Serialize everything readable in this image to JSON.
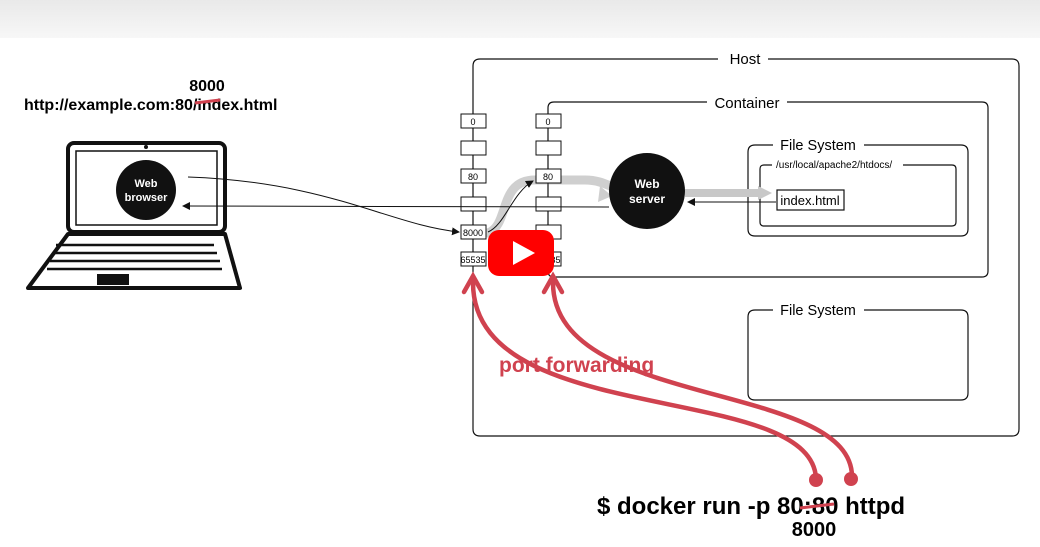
{
  "url": {
    "prefix": "http://example.com:",
    "old_port": "80",
    "suffix": "/index.html",
    "new_port": "8000"
  },
  "laptop": {
    "browser_label_1": "Web",
    "browser_label_2": "browser"
  },
  "host": {
    "title": "Host",
    "filesystem_title": "File System"
  },
  "container": {
    "title": "Container",
    "filesystem_title": "File System",
    "path": "/usr/local/apache2/htdocs/",
    "file": "index.html",
    "server_label_1": "Web",
    "server_label_2": "server"
  },
  "host_ports": [
    "0",
    "",
    "80",
    "",
    "8000",
    "65535"
  ],
  "container_ports": [
    "0",
    "",
    "80",
    "",
    "",
    "65535"
  ],
  "port_forwarding_label": "port forwarding",
  "command": {
    "prefix": "$ docker run  -p ",
    "old_port": "80",
    "colon": ":",
    "container_port": "80",
    "image": " httpd",
    "new_port": "8000"
  },
  "play_button": {
    "icon": "play-icon",
    "color": "#ff0000"
  },
  "colors": {
    "accent_red": "#d0424f",
    "arrow_gray": "#c8c8c8"
  }
}
